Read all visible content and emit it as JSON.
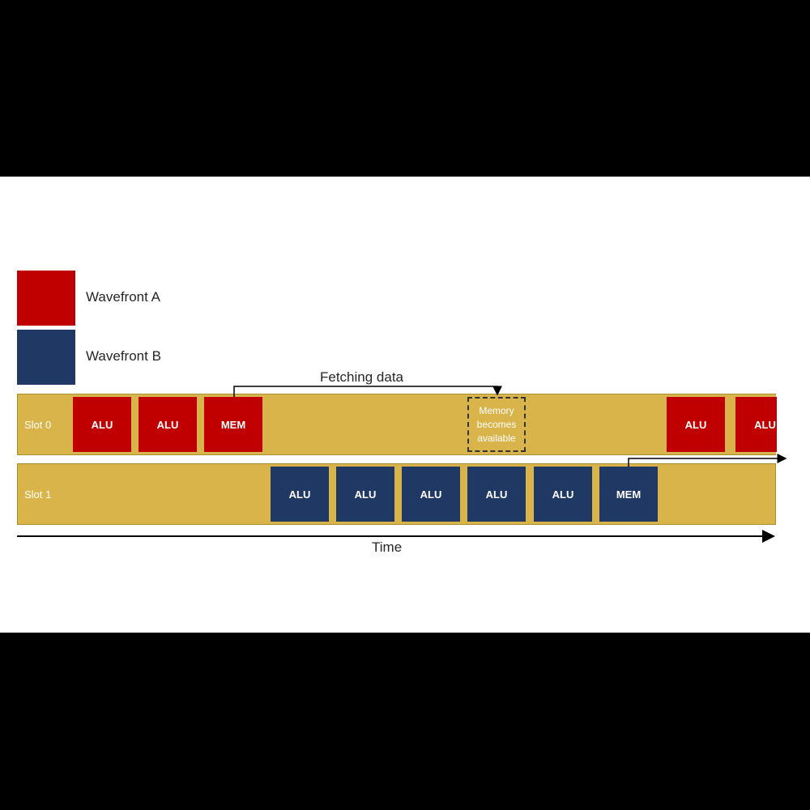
{
  "colors": {
    "wavefront_a": "#c00000",
    "wavefront_b": "#203864",
    "slot_fill": "#d9b44a",
    "background": "#ffffff",
    "letterbox": "#000000"
  },
  "legend": {
    "wavefront_a": "Wavefront A",
    "wavefront_b": "Wavefront B"
  },
  "slot0": {
    "label": "Slot 0",
    "blocks": [
      "ALU",
      "ALU",
      "MEM",
      "ALU",
      "ALU"
    ]
  },
  "slot1": {
    "label": "Slot 1",
    "blocks": [
      "ALU",
      "ALU",
      "ALU",
      "ALU",
      "ALU",
      "MEM"
    ]
  },
  "memory_available": {
    "line1": "Memory",
    "line2": "becomes",
    "line3": "available"
  },
  "captions": {
    "fetching": "Fetching data",
    "time": "Time"
  }
}
